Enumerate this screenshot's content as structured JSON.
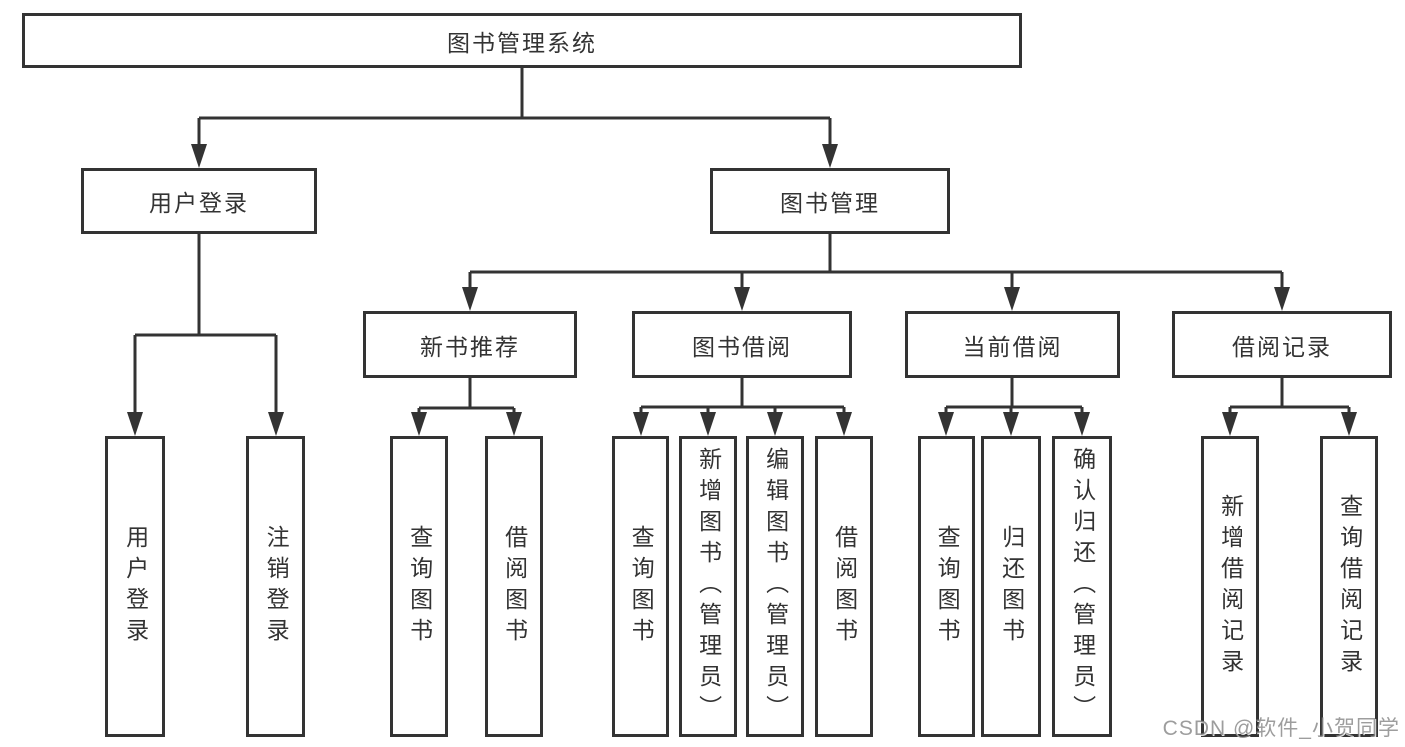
{
  "nodes": {
    "root": "图书管理系统",
    "user_login": "用户登录",
    "book_management": "图书管理",
    "new_book_recommend": "新书推荐",
    "book_borrowing": "图书借阅",
    "current_borrowing": "当前借阅",
    "borrowing_records": "借阅记录",
    "login": "用户登录",
    "logout": "注销登录",
    "recommend_query_books": "查询图书",
    "recommend_borrow_books": "借阅图书",
    "borrowing_query_books": "查询图书",
    "borrowing_add_books": "新增图书（管理员）",
    "borrowing_edit_books": "编辑图书（管理员）",
    "borrowing_borrow_books": "借阅图书",
    "current_query_books": "查询图书",
    "current_return_books": "归还图书",
    "current_confirm_return": "确认归还（管理员）",
    "records_add_record": "新增借阅记录",
    "records_query_record": "查询借阅记录"
  },
  "structure": {
    "root": [
      "user_login",
      "book_management"
    ],
    "user_login": [
      "login",
      "logout"
    ],
    "book_management": [
      "new_book_recommend",
      "book_borrowing",
      "current_borrowing",
      "borrowing_records"
    ],
    "new_book_recommend": [
      "recommend_query_books",
      "recommend_borrow_books"
    ],
    "book_borrowing": [
      "borrowing_query_books",
      "borrowing_add_books",
      "borrowing_edit_books",
      "borrowing_borrow_books"
    ],
    "current_borrowing": [
      "current_query_books",
      "current_return_books",
      "current_confirm_return"
    ],
    "borrowing_records": [
      "records_add_record",
      "records_query_record"
    ]
  },
  "watermark": "CSDN @软件_小贺同学",
  "colors": {
    "line": "#333333",
    "text": "#333333",
    "background": "#ffffff",
    "watermark": "#828282"
  }
}
